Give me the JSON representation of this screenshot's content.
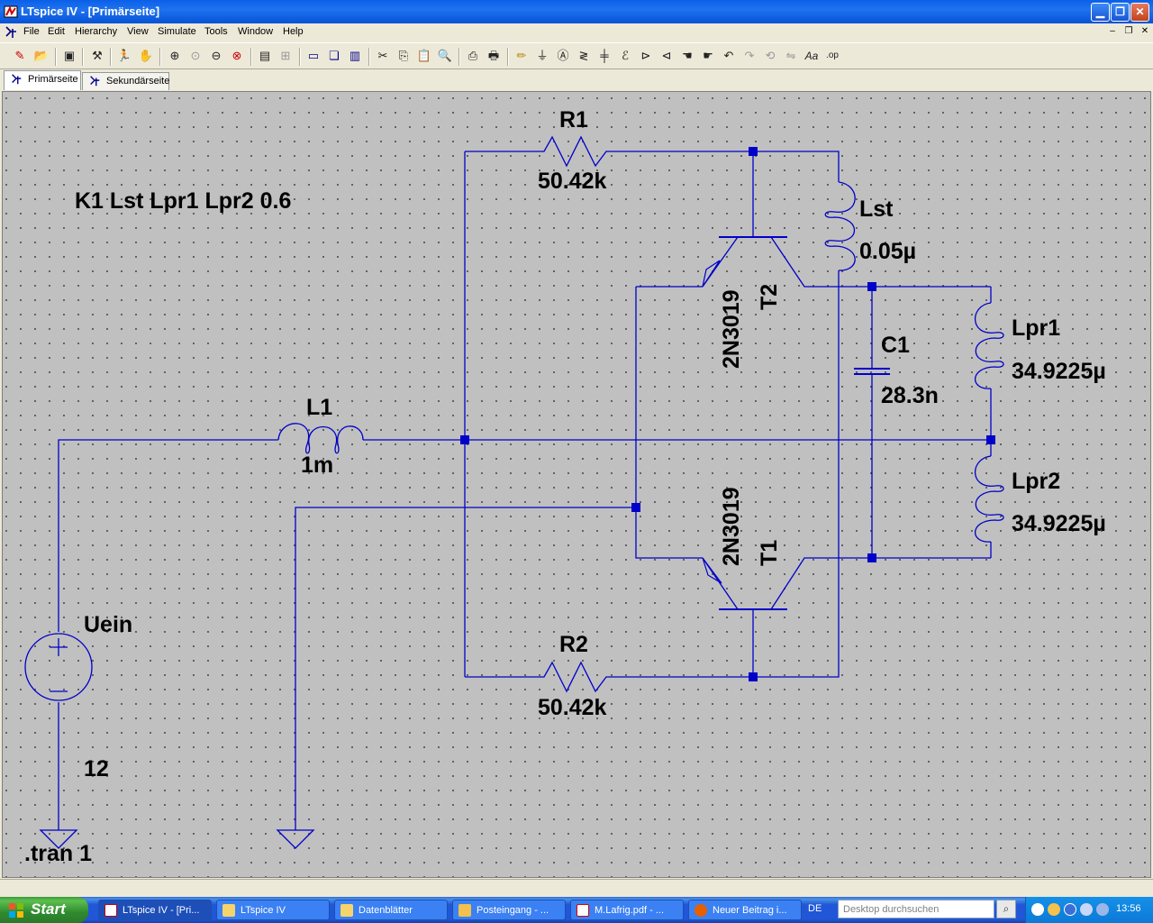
{
  "window": {
    "title": "LTspice IV - [Primärseite]"
  },
  "menu": {
    "items": [
      "File",
      "Edit",
      "Hierarchy",
      "View",
      "Simulate",
      "Tools",
      "Window",
      "Help"
    ]
  },
  "toolbar": {
    "buttons": [
      "new-schematic",
      "open",
      "save",
      "control-panel",
      "run",
      "halt",
      "zoom-in",
      "zoom-pan",
      "zoom-out",
      "zoom-fit",
      "autorange",
      "waveform-grid",
      "tile-horizontal",
      "cascade",
      "tile-vertical",
      "cut",
      "copy",
      "paste",
      "find",
      "print-setup",
      "print",
      "draw-wire",
      "ground",
      "label-net",
      "resistor",
      "capacitor",
      "inductor",
      "diode",
      "component",
      "move",
      "drag",
      "undo",
      "redo",
      "rotate",
      "mirror",
      "text",
      "spice-directive"
    ]
  },
  "tabs": [
    {
      "label": "Primärseite",
      "active": true
    },
    {
      "label": "Sekundärseite",
      "active": false
    }
  ],
  "schematic": {
    "wire_color": "#0000c8",
    "directive": "K1 Lst Lpr1 Lpr2 0.6",
    "tran": ".tran 1",
    "components": {
      "R1": {
        "name": "R1",
        "value": "50.42k"
      },
      "R2": {
        "name": "R2",
        "value": "50.42k"
      },
      "L1": {
        "name": "L1",
        "value": "1m"
      },
      "Lst": {
        "name": "Lst",
        "value": "0.05µ"
      },
      "Lpr1": {
        "name": "Lpr1",
        "value": "34.9225µ"
      },
      "Lpr2": {
        "name": "Lpr2",
        "value": "34.9225µ"
      },
      "C1": {
        "name": "C1",
        "value": "28.3n"
      },
      "T1": {
        "name": "T1",
        "model": "2N3019"
      },
      "T2": {
        "name": "T2",
        "model": "2N3019"
      },
      "Uein": {
        "name": "Uein",
        "value": "12"
      }
    }
  },
  "taskbar": {
    "start": "Start",
    "tasks": [
      {
        "label": "LTspice IV - [Pri...",
        "icon": "ltspice-icon",
        "active": true
      },
      {
        "label": "LTspice IV",
        "icon": "folder-icon"
      },
      {
        "label": "Datenblätter",
        "icon": "folder-icon"
      },
      {
        "label": "Posteingang - ...",
        "icon": "mail-icon"
      },
      {
        "label": "M.Lafrig.pdf - ...",
        "icon": "pdf-icon"
      },
      {
        "label": "Neuer Beitrag i...",
        "icon": "firefox-icon"
      }
    ],
    "language": "DE",
    "search_placeholder": "Desktop durchsuchen",
    "clock": "13:56"
  }
}
